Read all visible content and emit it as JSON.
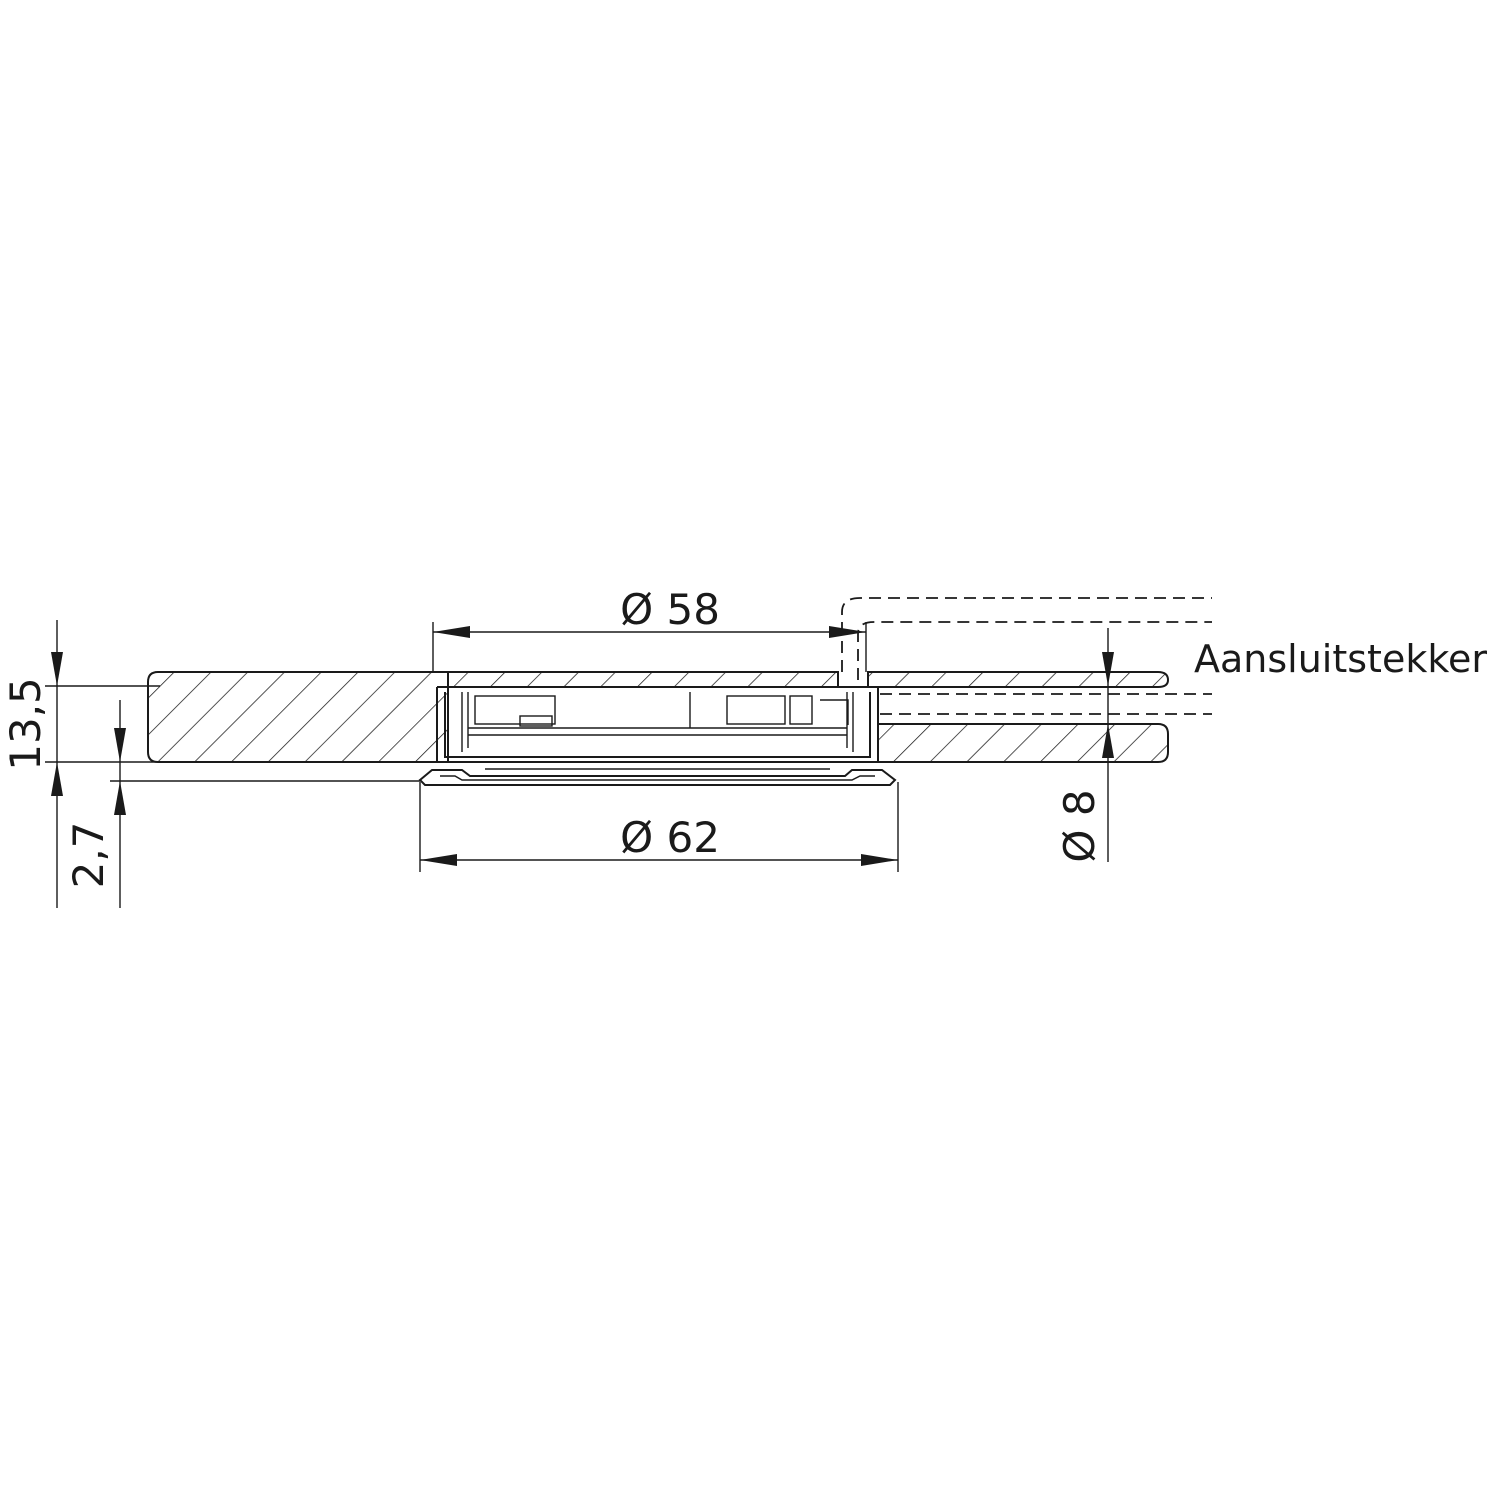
{
  "dimensions": {
    "inner_diameter": "Ø 58",
    "outer_diameter": "Ø 62",
    "total_height": "13,5",
    "flange_height": "2,7",
    "cable_diameter": "Ø 8"
  },
  "labels": {
    "connector": "Aansluitstekker"
  }
}
